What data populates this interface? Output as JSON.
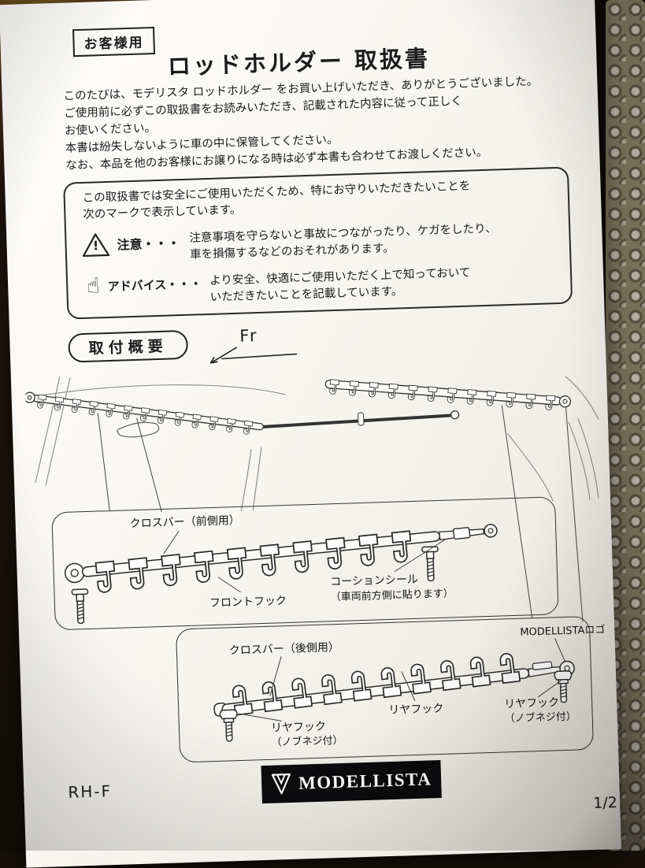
{
  "doc": {
    "customer_label": "お客様用",
    "title": "ロッドホルダー 取扱書",
    "intro": {
      "line1": "このたびは、モデリスタ ロッドホルダー をお買い上げいただき、ありがとうございました。",
      "line2": "ご使用前に必ずこの取扱書をお読みいただき、記載された内容に従って正しく",
      "line3": "お使いください。",
      "line4": "本書は紛失しないように車の中に保管してください。",
      "line5": "なお、本品を他のお客様にお譲りになる時は必ず本書も合わせてお渡しください。"
    },
    "safety": {
      "intro_line1": "この取扱書では安全にご使用いただくため、特にお守りいただきたいことを",
      "intro_line2": "次のマークで表示しています。",
      "caution_label": "注意・・・",
      "caution_line1": "注意事項を守らないと事故につながったり、ケガをしたり、",
      "caution_line2": "車を損傷するなどのおそれがあります。",
      "advice_label": "アドバイス・・・",
      "advice_line1": "より安全、快適にご使用いただく上で知っておいて",
      "advice_line2": "いただきたいことを記載しています。"
    },
    "section_label": "取付概要",
    "direction_label": "Fr",
    "diagram": {
      "crossbar_front": "クロスバー（前側用）",
      "front_hook": "フロントフック",
      "caution_seal": "コーションシール",
      "caution_seal_note": "（車両前方側に貼ります）",
      "modellista_logo_label": "MODELLISTAロゴ",
      "crossbar_rear": "クロスバー（後側用）",
      "rear_hook": "リヤフック",
      "rear_hook_knob_left": "リヤフック",
      "rear_hook_knob_left_note": "（ノブネジ付）",
      "rear_hook_knob_right": "リヤフック",
      "rear_hook_knob_right_note": "（ノブネジ付）"
    },
    "icons": {
      "warning_exclamation": "!",
      "advice_hand": "☝"
    },
    "footer": {
      "model_code": "RH-F",
      "brand": "MODELLISTA",
      "page": "1/2"
    },
    "colors": {
      "paper": "#f7f5f0",
      "ink": "#1c1c1e",
      "background": "#16100a"
    }
  }
}
